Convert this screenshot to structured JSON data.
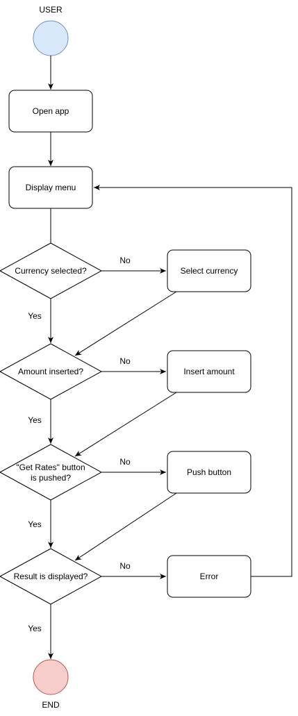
{
  "diagram": {
    "colors": {
      "stroke": "#000000",
      "node_fill": "#ffffff",
      "start_fill": "#dae8fc",
      "start_stroke": "#6c8ebf",
      "end_fill": "#f8cecc",
      "end_stroke": "#b85450"
    },
    "start": {
      "label": "USER"
    },
    "end": {
      "label": "END"
    },
    "nodes": {
      "open_app": "Open app",
      "display_menu": "Display menu",
      "select_currency": "Select currency",
      "insert_amount": "Insert amount",
      "push_button": "Push button",
      "error": "Error"
    },
    "decisions": {
      "currency_selected": "Currency selected?",
      "amount_inserted": "Amount inserted?",
      "get_rates_line1": "\"Get Rates\" button",
      "get_rates_line2": "is pushed?",
      "result_displayed": "Result is displayed?"
    },
    "edge_labels": {
      "no": "No",
      "yes": "Yes"
    }
  }
}
